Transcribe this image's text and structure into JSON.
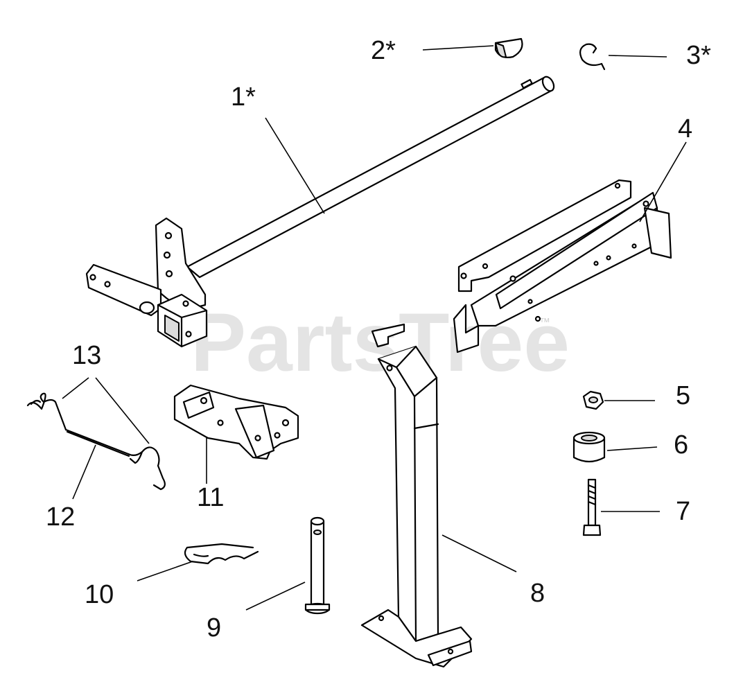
{
  "watermark": {
    "text": "PartsTree",
    "trademark": "™"
  },
  "callouts": {
    "c1": "1*",
    "c2": "2*",
    "c3": "3*",
    "c4": "4",
    "c5": "5",
    "c6": "6",
    "c7": "7",
    "c8": "8",
    "c9": "9",
    "c10": "10",
    "c11": "11",
    "c12": "12",
    "c13": "13"
  }
}
